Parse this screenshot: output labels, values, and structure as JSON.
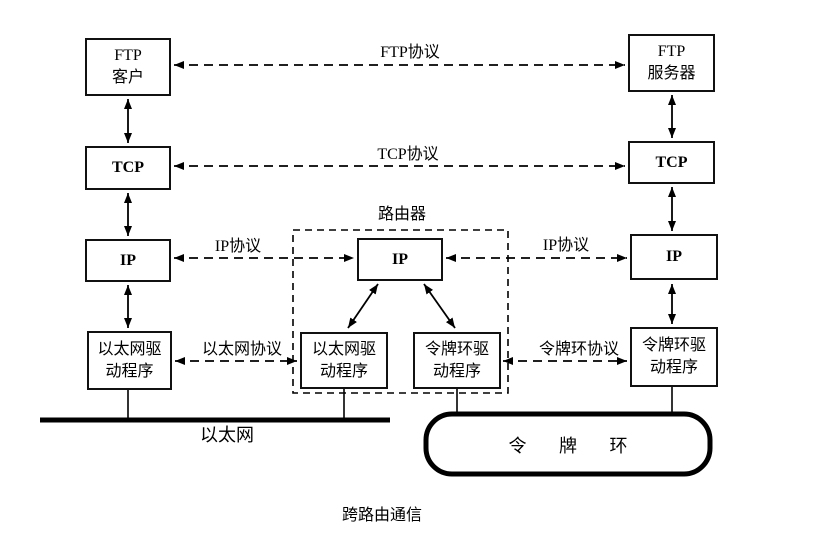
{
  "diagram": {
    "caption": "跨路由通信",
    "router_label": "路由器",
    "nodes": {
      "ftp_client": "FTP\n客户",
      "tcp_left": "TCP",
      "ip_left": "IP",
      "eth_driver_left": "以太网驱\n动程序",
      "ftp_server": "FTP\n服务器",
      "tcp_right": "TCP",
      "ip_right": "IP",
      "tr_driver_right": "令牌环驱\n动程序",
      "ip_router": "IP",
      "eth_driver_router": "以太网驱\n动程序",
      "tr_driver_router": "令牌环驱\n动程序"
    },
    "protocol_labels": {
      "ftp": "FTP协议",
      "tcp": "TCP协议",
      "ip_left": "IP协议",
      "ip_right": "IP协议",
      "ethernet": "以太网协议",
      "token_ring": "令牌环协议"
    },
    "networks": {
      "ethernet": "以太网",
      "token_ring": "令 牌 环"
    },
    "colors": {
      "line": "#000000",
      "background": "#ffffff"
    }
  }
}
